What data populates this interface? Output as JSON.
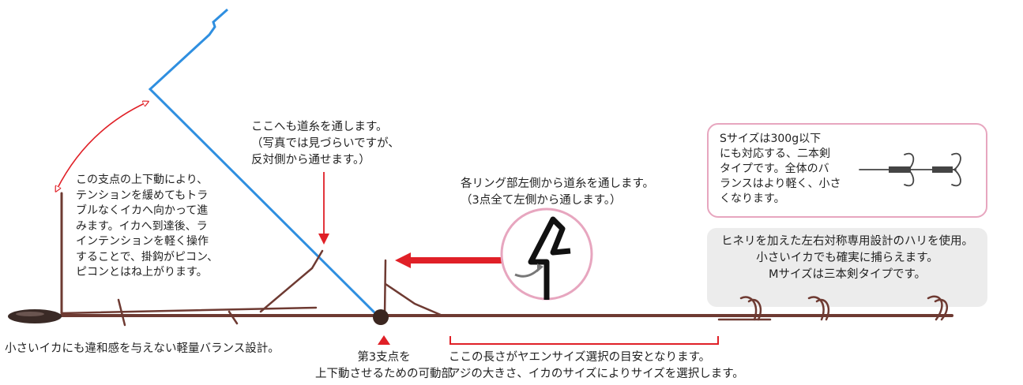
{
  "annotations": {
    "swing_note": "この支点の上下動により、\nテンションを緩めてもトラ\nブルなくイカへ向かって進\nみます。イカへ到達後、ラ\nインテンションを軽く操作\nすることで、掛鈎がピコン、\nピコンとはね上がります。",
    "line_through_note": "ここへも道糸を通します。\n（写真では見づらいですが、\n反対側から通せます。）",
    "ring_note": "各リング部左側から道糸を通します。\n（3点全て左側から通します。）",
    "s_size_note": "Sサイズは300g以下\nにも対応する、二本剣\nタイプです。全体のバ\nランスはより軽く、小さ\nくなります。",
    "m_size_note": "ヒネリを加えた左右対称専用設計のハリを使用。\n小さいイカでも確実に捕らえます。\nMサイズは三本剣タイプです。",
    "bottom_left_note": "小さいイカにも違和感を与えない軽量バランス設計。",
    "pivot_note": "第3支点を\n上下動させるための可動部",
    "length_note": "ここの長さがヤエンサイズ選択の目安となります。\nアジの大きさ、イカのサイズによりサイズを選択します。"
  },
  "colors": {
    "wire": "#6e3a32",
    "line": "#2f8fe0",
    "accent": "#e02027",
    "box_border": "#e7a6bf",
    "box_fill": "#ececec"
  }
}
